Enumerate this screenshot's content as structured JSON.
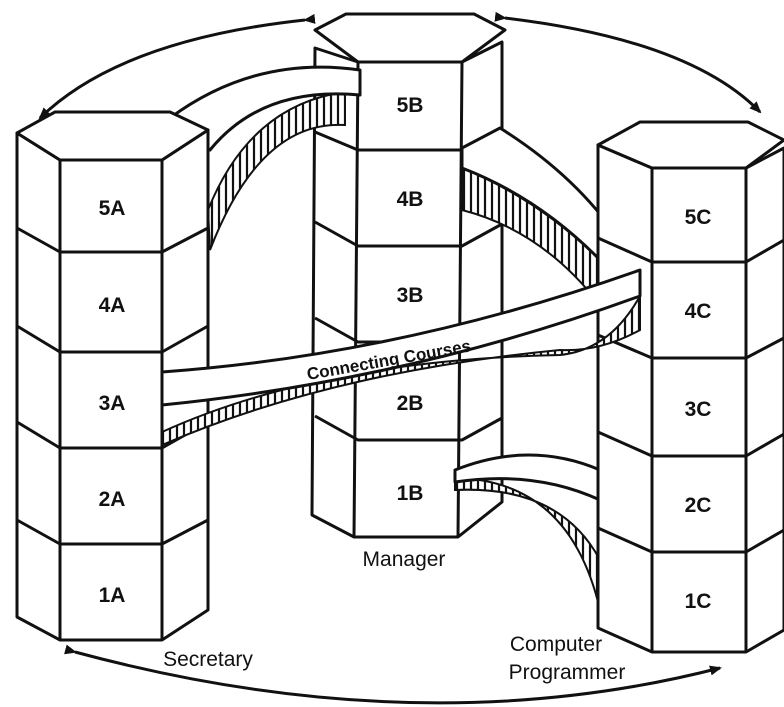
{
  "diagram": {
    "columns": [
      {
        "id": "A",
        "caption": "Secretary",
        "levels": [
          "5A",
          "4A",
          "3A",
          "2A",
          "1A"
        ]
      },
      {
        "id": "B",
        "caption": "Manager",
        "levels": [
          "5B",
          "4B",
          "3B",
          "2B",
          "1B"
        ]
      },
      {
        "id": "C",
        "caption_line1": "Computer",
        "caption_line2": "Programmer",
        "levels": [
          "5C",
          "4C",
          "3C",
          "2C",
          "1C"
        ]
      }
    ],
    "connecting_label": "Connecting Courses"
  }
}
